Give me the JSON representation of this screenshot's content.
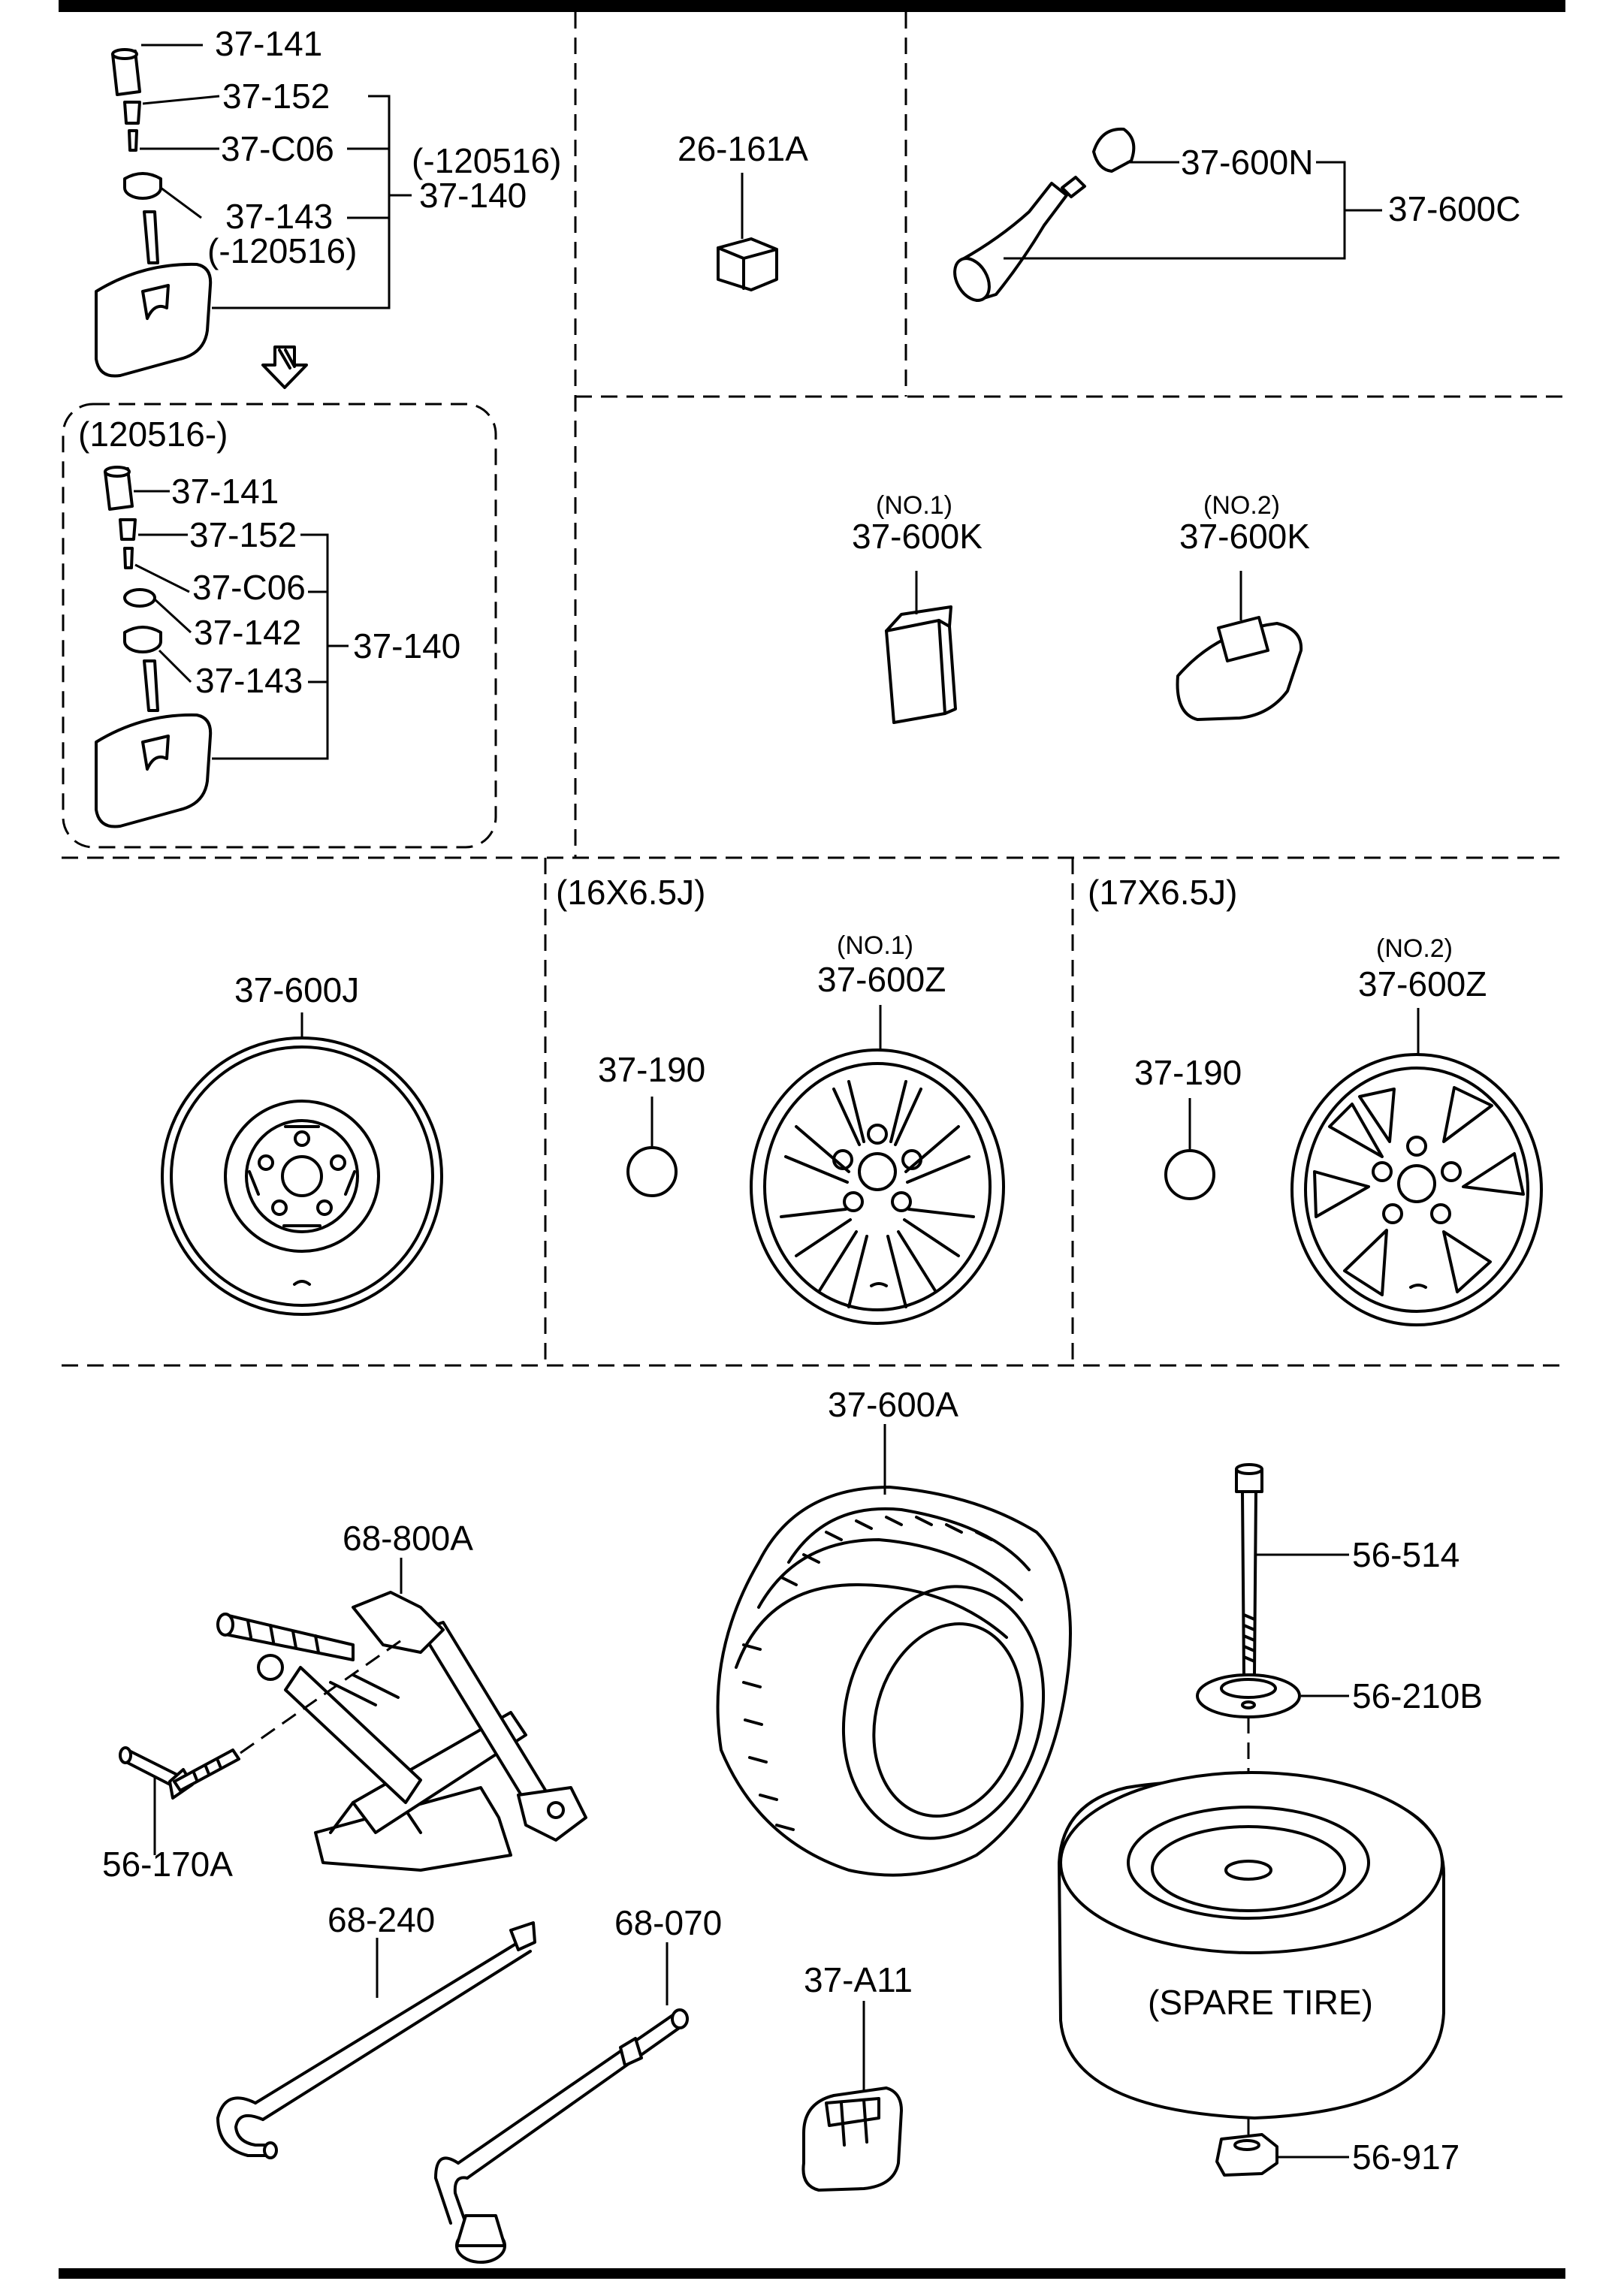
{
  "colors": {
    "ink": "#000000",
    "paper": "#ffffff"
  },
  "labels": {
    "p37_141_a": "37-141",
    "p37_152_a": "37-152",
    "p37_C06_a": "37-C06",
    "p37_143_a": "37-143",
    "p37_140_a": "37-140",
    "date_before_a": "(-120516)",
    "date_before_b": "(-120516)",
    "date_after": "(120516-)",
    "p37_141_b": "37-141",
    "p37_152_b": "37-152",
    "p37_C06_b": "37-C06",
    "p37_142_b": "37-142",
    "p37_143_b": "37-143",
    "p37_140_b": "37-140",
    "p26_161A": "26-161A",
    "p37_600N": "37-600N",
    "p37_600C": "37-600C",
    "no1_k": "(NO.1)",
    "p37_600K_1": "37-600K",
    "no2_k": "(NO.2)",
    "p37_600K_2": "37-600K",
    "p37_600J": "37-600J",
    "size_16": "(16X6.5J)",
    "no1_z": "(NO.1)",
    "p37_600Z_1": "37-600Z",
    "p37_190_1": "37-190",
    "size_17": "(17X6.5J)",
    "no2_z": "(NO.2)",
    "p37_600Z_2": "37-600Z",
    "p37_190_2": "37-190",
    "p37_600A": "37-600A",
    "p68_800A": "68-800A",
    "p56_170A": "56-170A",
    "p68_240": "68-240",
    "p68_070": "68-070",
    "p37_A11": "37-A11",
    "p56_514": "56-514",
    "p56_210B": "56-210B",
    "spare_tire": "(SPARE TIRE)",
    "p56_917": "56-917"
  }
}
